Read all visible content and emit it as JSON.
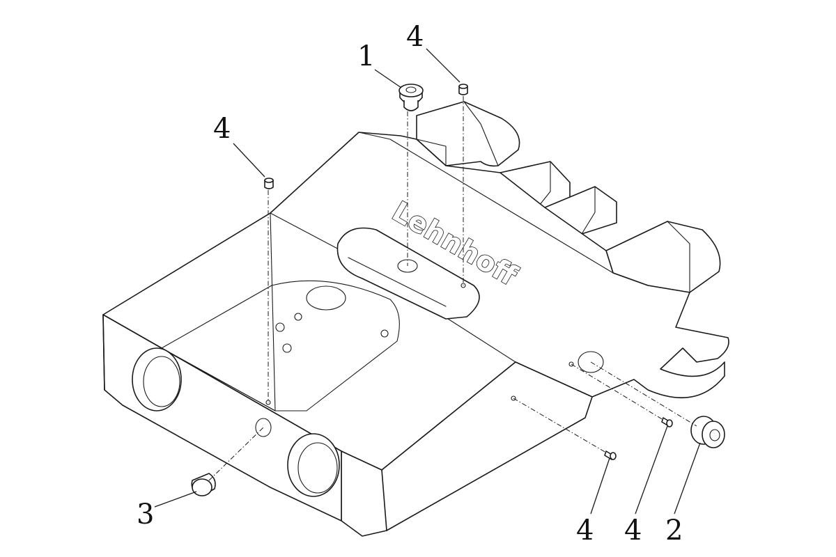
{
  "diagram": {
    "brand_label": "Lehnhoff",
    "callouts": [
      {
        "id": "c1",
        "label": "1"
      },
      {
        "id": "c2",
        "label": "2"
      },
      {
        "id": "c3",
        "label": "3"
      },
      {
        "id": "c4a",
        "label": "4"
      },
      {
        "id": "c4b",
        "label": "4"
      },
      {
        "id": "c4c",
        "label": "4"
      },
      {
        "id": "c4d",
        "label": "4"
      }
    ]
  }
}
